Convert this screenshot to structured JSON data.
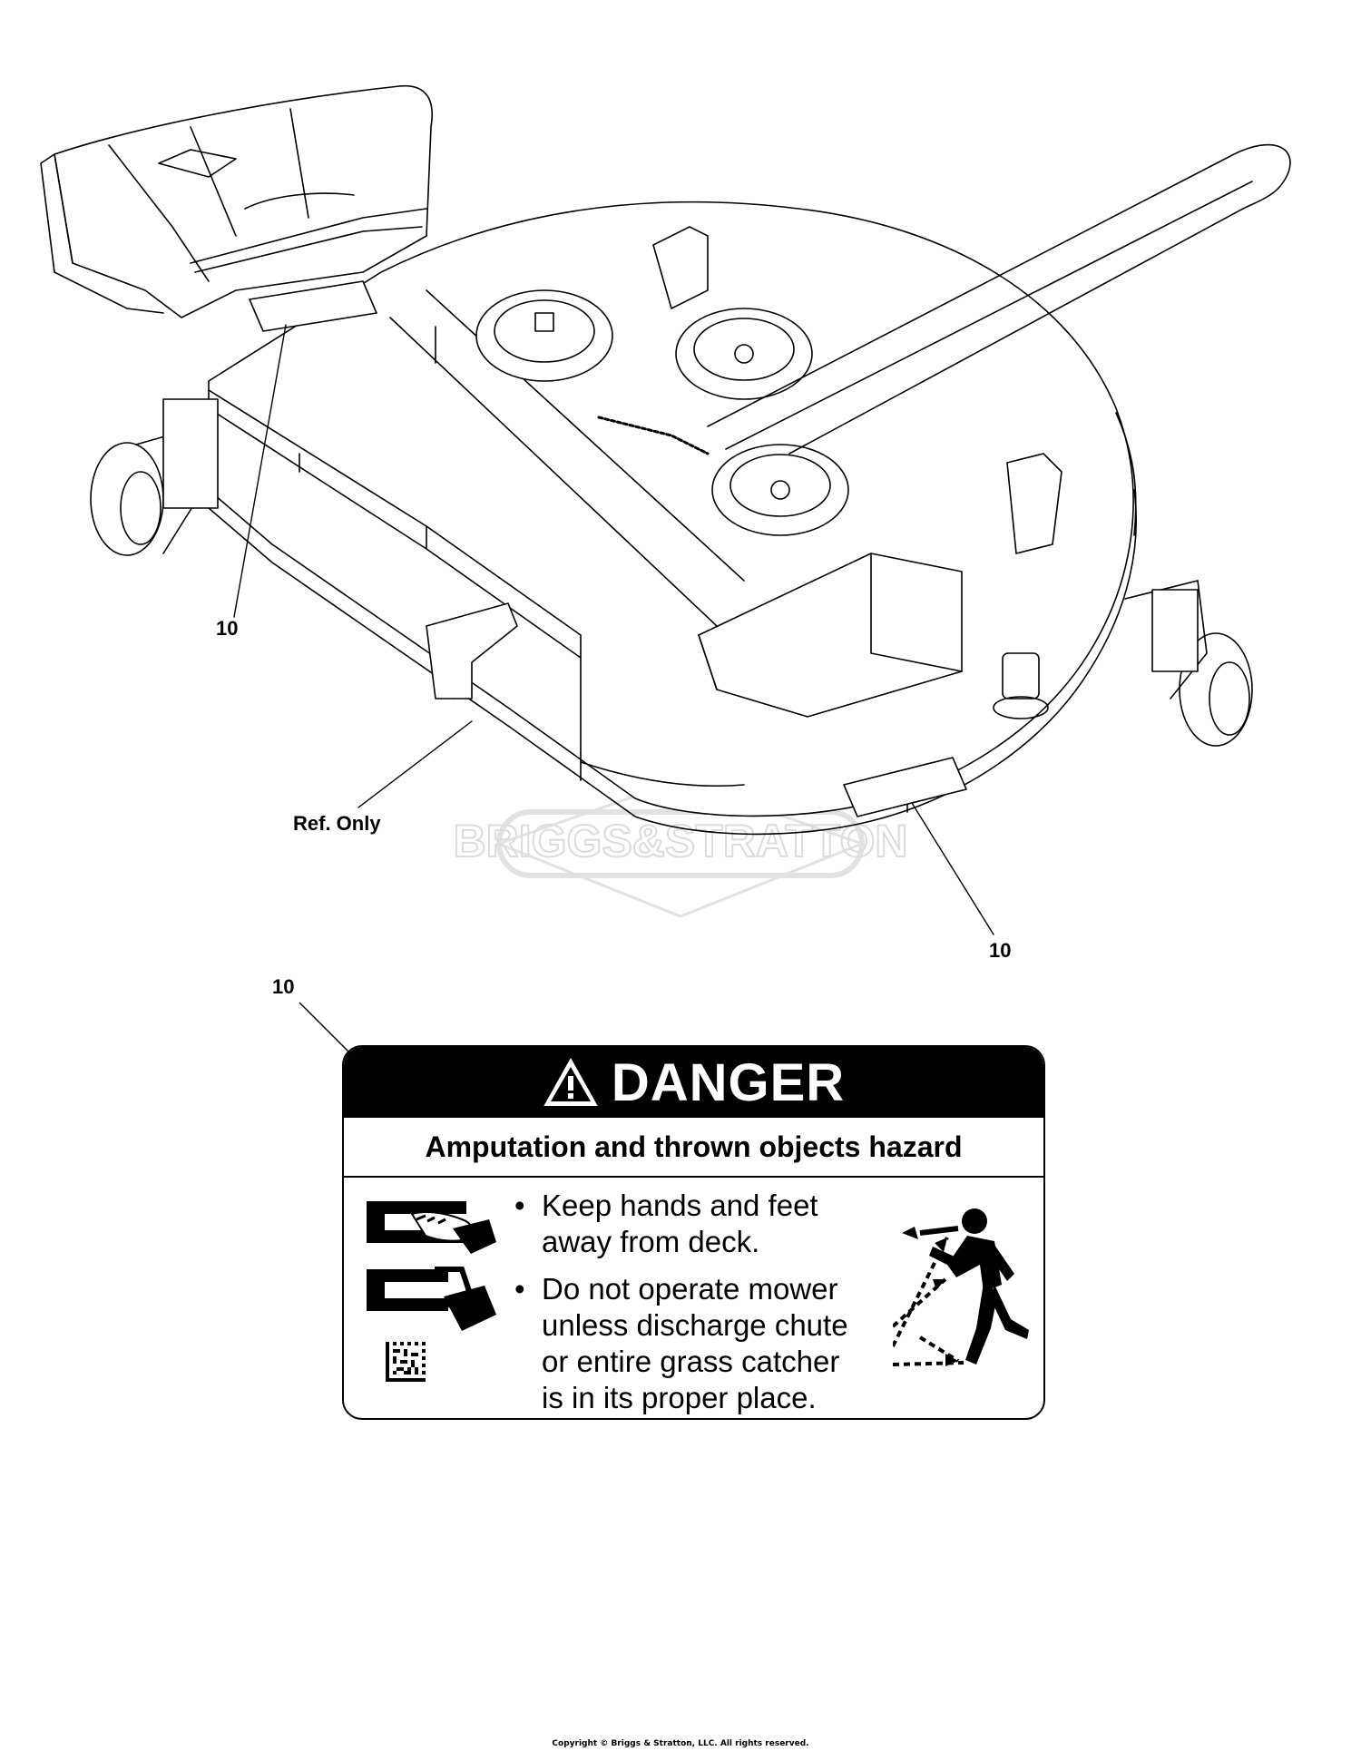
{
  "callouts": {
    "label_left": "10",
    "ref_only": "Ref. Only",
    "label_right": "10",
    "label_decal": "10"
  },
  "decal": {
    "header": "DANGER",
    "subheader": "Amputation and thrown objects hazard",
    "bullets": [
      {
        "symbol": "•",
        "lines": [
          "Keep hands and feet",
          "away from deck."
        ]
      },
      {
        "symbol": "•",
        "lines": [
          "Do not operate mower",
          "unless discharge chute",
          "or entire grass catcher",
          "is in its proper place."
        ]
      }
    ],
    "icons": [
      "warning-triangle-icon",
      "hand-under-deck-icon",
      "hand-under-chute-icon",
      "qr-code-icon",
      "thrown-objects-person-icon"
    ]
  },
  "watermark": "BRIGGS&STRATTON",
  "footer": {
    "copyright": "Copyright © Briggs & Stratton, LLC. All rights reserved."
  },
  "colors": {
    "ink": "#000000",
    "background": "#ffffff",
    "watermark": "#e6e6e6"
  }
}
